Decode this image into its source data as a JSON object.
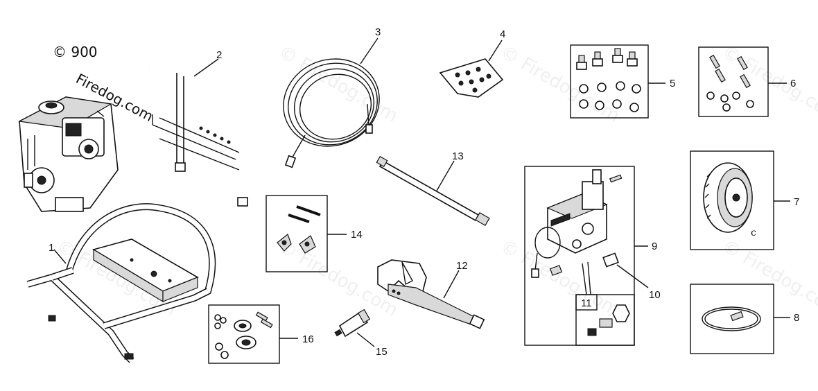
{
  "watermark": {
    "copyright_line": "© 900",
    "site_text": "Firedog.com",
    "repeat_text": "© Firedog.com"
  },
  "callouts": [
    {
      "id": "1",
      "label": "1"
    },
    {
      "id": "2",
      "label": "2"
    },
    {
      "id": "3",
      "label": "3"
    },
    {
      "id": "4",
      "label": "4"
    },
    {
      "id": "5",
      "label": "5"
    },
    {
      "id": "6",
      "label": "6"
    },
    {
      "id": "7",
      "label": "7"
    },
    {
      "id": "8",
      "label": "8"
    },
    {
      "id": "9",
      "label": "9"
    },
    {
      "id": "10",
      "label": "10"
    },
    {
      "id": "11",
      "label": "11"
    },
    {
      "id": "12",
      "label": "12"
    },
    {
      "id": "13",
      "label": "13"
    },
    {
      "id": "14",
      "label": "14"
    },
    {
      "id": "15",
      "label": "15"
    },
    {
      "id": "16",
      "label": "16"
    }
  ],
  "colors": {
    "line": "#111111",
    "background": "#ffffff",
    "fill_light": "#d9d9d9"
  }
}
